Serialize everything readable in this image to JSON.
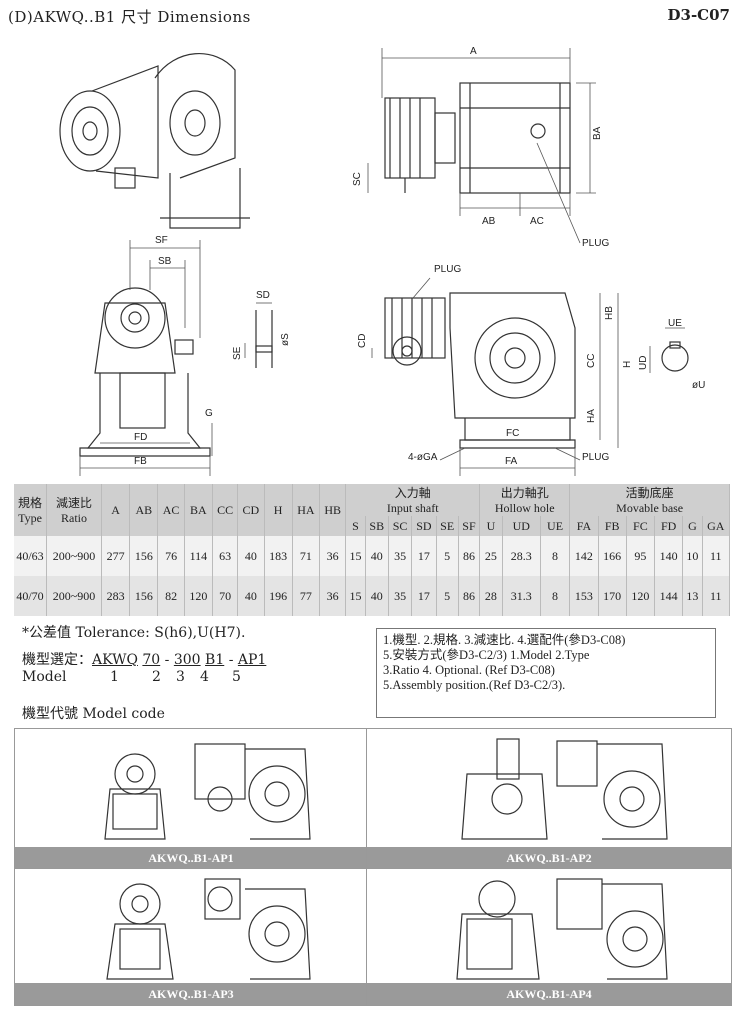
{
  "header": {
    "title": "(D)AKWQ..B1 尺寸 Dimensions",
    "page_code": "D3-C07"
  },
  "drawing_labels": {
    "A": "A",
    "BA": "BA",
    "SC": "SC",
    "AB": "AB",
    "AC": "AC",
    "PLUG": "PLUG",
    "SF": "SF",
    "SB": "SB",
    "SD": "SD",
    "SE": "SE",
    "S": "øS",
    "G": "G",
    "FD": "FD",
    "FB": "FB",
    "CD": "CD",
    "HB": "HB",
    "CC": "CC",
    "H": "H",
    "HA": "HA",
    "FC": "FC",
    "FA": "FA",
    "GA": "4-øGA",
    "UE": "UE",
    "UD": "UD",
    "U": "øU"
  },
  "table": {
    "group_headers": {
      "model": "規格",
      "ratio": "減速比",
      "input": "入力軸",
      "input_en": "Input shaft",
      "output": "出力軸孔",
      "output_en": "Hollow hole",
      "base": "活動底座",
      "base_en": "Movable base",
      "type_en": "Type",
      "ratio_en": "Ratio"
    },
    "columns": [
      "A",
      "AB",
      "AC",
      "BA",
      "CC",
      "CD",
      "H",
      "HA",
      "HB",
      "S",
      "SB",
      "SC",
      "SD",
      "SE",
      "SF",
      "U",
      "UD",
      "UE",
      "FA",
      "FB",
      "FC",
      "FD",
      "G",
      "GA"
    ],
    "rows": [
      {
        "type": "40/63",
        "ratio": "200~900",
        "values": [
          "277",
          "156",
          "76",
          "114",
          "63",
          "40",
          "183",
          "71",
          "36",
          "15",
          "40",
          "35",
          "17",
          "5",
          "86",
          "25",
          "28.3",
          "8",
          "142",
          "166",
          "95",
          "140",
          "10",
          "11"
        ]
      },
      {
        "type": "40/70",
        "ratio": "200~900",
        "values": [
          "283",
          "156",
          "82",
          "120",
          "70",
          "40",
          "196",
          "77",
          "36",
          "15",
          "40",
          "35",
          "17",
          "5",
          "86",
          "28",
          "31.3",
          "8",
          "153",
          "170",
          "120",
          "144",
          "13",
          "11"
        ]
      }
    ]
  },
  "tolerance": "*公差值 Tolerance: S(h6),U(H7).",
  "selection": {
    "label": "機型選定：",
    "code_parts": [
      "AKWQ",
      "70",
      "-",
      "300",
      "B1",
      "-",
      "AP1"
    ],
    "model_label": "Model",
    "numbers": [
      "1",
      "2",
      "3",
      "4",
      "5"
    ]
  },
  "notes": [
    "1.機型. 2.規格. 3.減速比. 4.選配件(參D3-C08)",
    "5.安裝方式(參D3-C2/3) 1.Model 2.Type",
    "3.Ratio 4. Optional. (Ref D3-C08)",
    "5.Assembly position.(Ref D3-C2/3)."
  ],
  "model_code_title": "機型代號 Model code",
  "panels": [
    {
      "label": "AKWQ..B1-AP1"
    },
    {
      "label": "AKWQ..B1-AP2"
    },
    {
      "label": "AKWQ..B1-AP3"
    },
    {
      "label": "AKWQ..B1-AP4"
    }
  ]
}
